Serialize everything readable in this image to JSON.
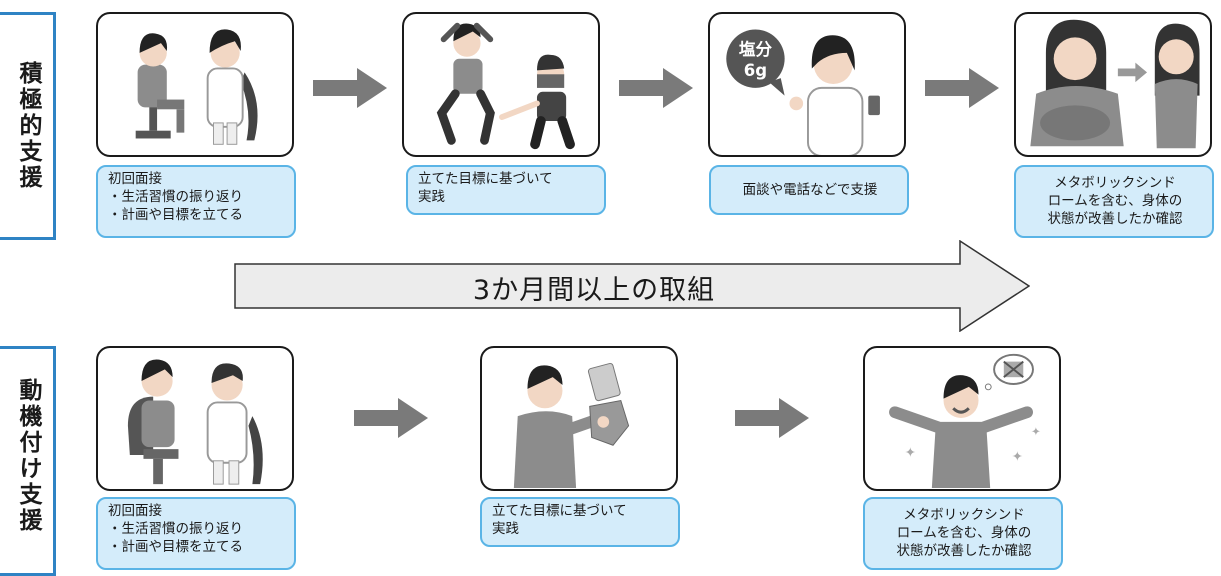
{
  "active_support": {
    "label": "積極的支援",
    "steps": [
      {
        "caption": "初回面接\n・生活習慣の振り返り\n・計画や目標を立てる",
        "image_icon": "consultation-icon"
      },
      {
        "caption": "立てた目標に基づいて\n実践",
        "image_icon": "exercise-icon"
      },
      {
        "caption": "面談や電話などで支援",
        "image_icon": "salt-advice-icon",
        "image_text_1": "塩分",
        "image_text_2": "6g"
      },
      {
        "caption": "メタボリックシンド\nロームを含む、身体の\n状態が改善したか確認",
        "image_icon": "before-after-icon"
      }
    ]
  },
  "middle_arrow": {
    "text": "3か月間以上の取組"
  },
  "motivational_support": {
    "label": "動機付け支援",
    "steps": [
      {
        "caption": "初回面接\n・生活習慣の振り返り\n・計画や目標を立てる",
        "image_icon": "consultation-icon"
      },
      {
        "caption": "立てた目標に基づいて\n実践",
        "image_icon": "discard-junk-food-icon"
      },
      {
        "caption": "メタボリックシンド\nロームを含む、身体の\n状態が改善したか確認",
        "image_icon": "happy-man-icon"
      }
    ]
  },
  "colors": {
    "bracket": "#2f83c4",
    "caption_bg": "#d4ecfa",
    "caption_border": "#5ab4e6",
    "arrow": "#7a7a7a"
  }
}
